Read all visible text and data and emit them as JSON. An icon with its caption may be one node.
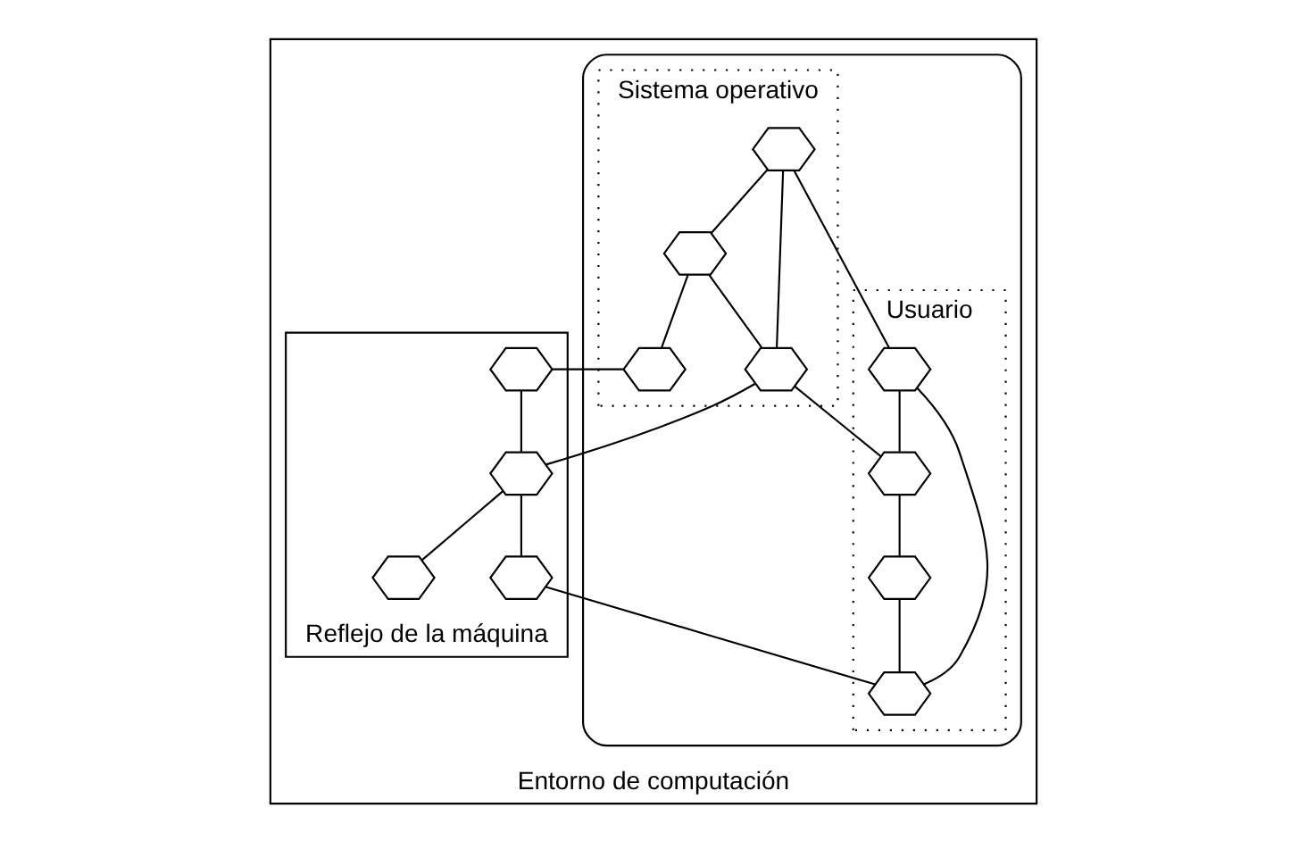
{
  "diagram": {
    "nodes": [
      {
        "text": [
          "Entorno de computación"
        ]
      },
      {
        "text": [],
        "shape": "ellipse",
        "in": 0
      },
      {
        "text": [
          "Sistema operativo"
        ],
        "in": 1
      },
      {
        "text": [],
        "shape": "hexagon",
        "in": 2
      },
      {
        "text": [],
        "shape": "hexagon",
        "in": 2
      },
      {
        "text": [],
        "shape": "hexagon",
        "in": 2
      },
      {
        "text": [],
        "shape": "hexagon",
        "in": 2
      },
      {
        "text": [
          "Usuario"
        ],
        "in": 1
      },
      {
        "text": [],
        "shape": "hexagon",
        "in": 7
      },
      {
        "text": [],
        "shape": "hexagon",
        "in": 7
      },
      {
        "text": [],
        "shape": "hexagon",
        "in": 7
      },
      {
        "text": [],
        "shape": "hexagon",
        "in": 7
      },
      {
        "text": [
          "Reflejo de la máquina"
        ],
        "in": 0
      },
      {
        "text": [],
        "shape": "hexagon",
        "in": 12
      },
      {
        "text": [],
        "shape": "hexagon",
        "in": 12
      },
      {
        "text": [],
        "shape": "hexagon",
        "in": 12
      },
      {
        "text": [],
        "shape": "hexagon",
        "in": 12
      }
    ],
    "edges": [
      {
        "from": 3,
        "to": 4,
        "arrow": "none"
      },
      {
        "from": 3,
        "to": 6,
        "arrow": "none"
      },
      {
        "from": 4,
        "to": 6,
        "arrow": "none"
      },
      {
        "from": 4,
        "to": 5,
        "arrow": "none"
      },
      {
        "from": 3,
        "to": 8,
        "arrow": "none"
      },
      {
        "from": 6,
        "to": 9,
        "arrow": "none"
      },
      {
        "from": 8,
        "to": 9,
        "arrow": "none"
      },
      {
        "from": 8,
        "to": 11,
        "arrow": "none"
      },
      {
        "from": 9,
        "to": 10,
        "arrow": "none"
      },
      {
        "from": 10,
        "to": 11,
        "arrow": "none"
      },
      {
        "from": 5,
        "to": 13,
        "arrow": "none"
      },
      {
        "from": 6,
        "to": 14,
        "arrow": "none"
      },
      {
        "from": 13,
        "to": 14,
        "arrow": "none"
      },
      {
        "from": 14,
        "to": 15,
        "arrow": "none"
      },
      {
        "from": 14,
        "to": 16,
        "arrow": "none"
      },
      {
        "from": 16,
        "to": 11,
        "arrow": "none"
      }
    ]
  }
}
